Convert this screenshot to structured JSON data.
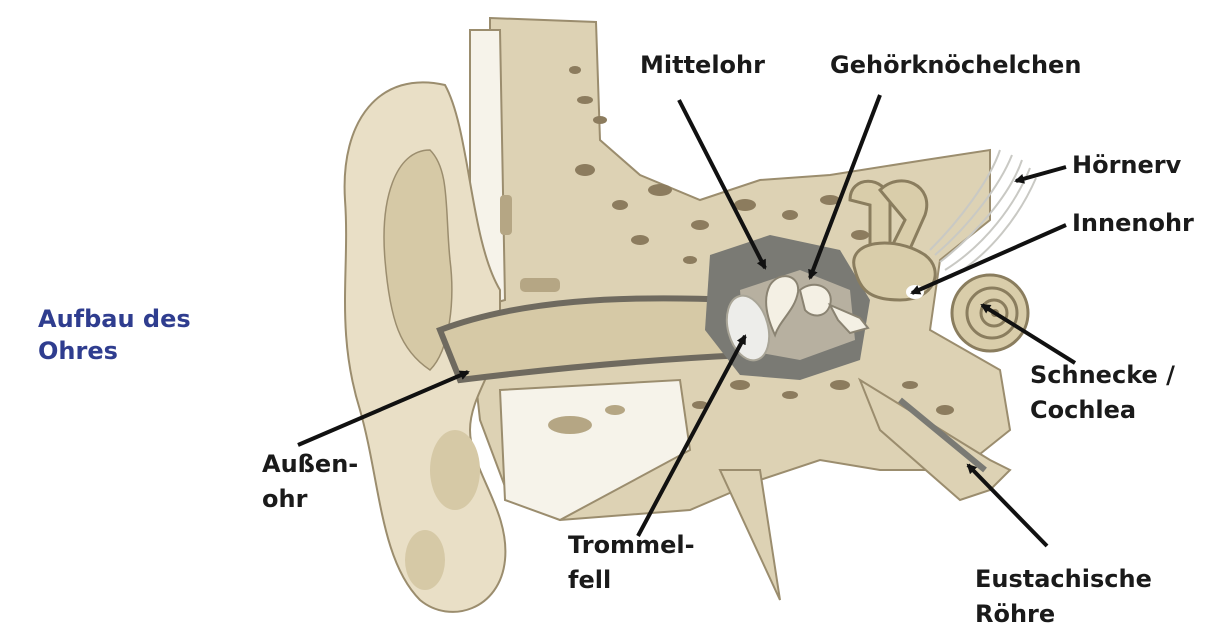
{
  "diagram": {
    "title": "Aufbau des\nOhres",
    "labels": {
      "mittelohr": "Mittelohr",
      "gehoerknoechelchen": "Gehörknöchelchen",
      "hoernerv": "Hörnerv",
      "innenohr": "Innenohr",
      "schnecke": "Schnecke /\nCochlea",
      "aussenohr": "Außen-\nohr",
      "trommelfell": "Trommel-\nfell",
      "eustachische_roehre": "Eustachische\nRöhre"
    },
    "colors": {
      "title": "#2f3d8f",
      "label": "#1a1a1a",
      "bone": "#ddd2b4",
      "bone_dark": "#9b8d6e",
      "skin": "#e9dfc6",
      "cavity": "#7a7a74",
      "cartilage": "#f6f3ea"
    }
  }
}
